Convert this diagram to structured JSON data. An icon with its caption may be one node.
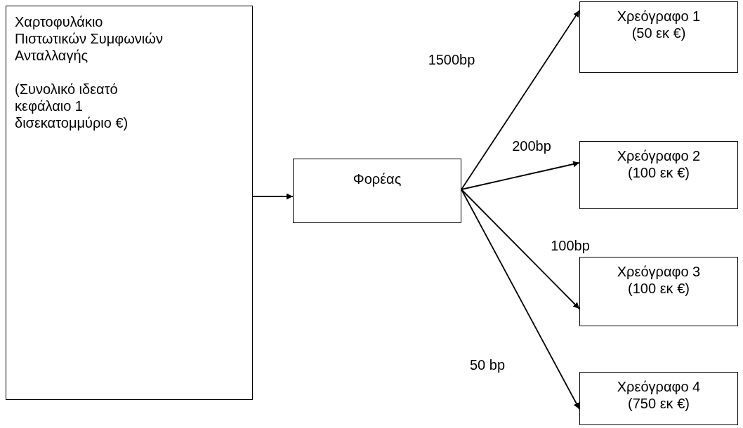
{
  "diagram": {
    "nodes": [
      {
        "text": [
          "Χαρτοφυλάκιο Πιστωτικών Συμφωνιών Ανταλλαγής",
          "(Συνολικό ιδεατό κεφάλαιο 1 δισεκατομμύριο €)"
        ]
      },
      {
        "text": [
          "Φορέας"
        ]
      },
      {
        "text": [
          "Χρεόγραφο 1",
          "(50 εκ €)"
        ]
      },
      {
        "text": [
          "Χρεόγραφο 2",
          "(100 εκ €)"
        ]
      },
      {
        "text": [
          "Χρεόγραφο 3",
          "(100 εκ €)"
        ]
      },
      {
        "text": [
          "Χρεόγραφο 4",
          "(750 εκ €)"
        ]
      }
    ],
    "edges": [
      {
        "from": 0,
        "to": 1,
        "arrow": "to"
      },
      {
        "from": 1,
        "to": 2,
        "arrow": "to",
        "label": "1500bp"
      },
      {
        "from": 1,
        "to": 3,
        "arrow": "to",
        "label": "200bp"
      },
      {
        "from": 1,
        "to": 4,
        "arrow": "to",
        "label": "100bp"
      },
      {
        "from": 1,
        "to": 5,
        "arrow": "to",
        "label": "50 bp"
      }
    ]
  }
}
